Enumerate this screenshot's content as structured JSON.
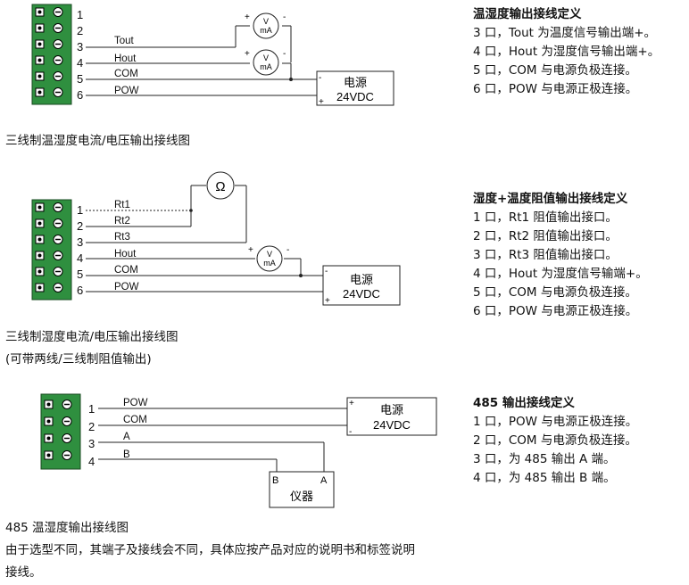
{
  "diagram1": {
    "pins": [
      "1",
      "2",
      "3",
      "4",
      "5",
      "6"
    ],
    "wires": [
      "Tout",
      "Hout",
      "COM",
      "POW"
    ],
    "meter_label": [
      "V",
      "mA"
    ],
    "meter_plus": "+",
    "meter_minus": "-",
    "power": {
      "title": "电源",
      "voltage": "24VDC",
      "minus": "-",
      "plus": "+"
    },
    "caption": "三线制温湿度电流/电压输出接线图"
  },
  "definitions1": {
    "title": "温湿度输出接线定义",
    "lines": [
      "3 口，Tout 为温度信号输出端+。",
      "4 口，Hout 为湿度信号输出端+。",
      "5 口，COM 与电源负极连接。",
      "6 口，POW 与电源正极连接。"
    ]
  },
  "diagram2": {
    "pins": [
      "1",
      "2",
      "3",
      "4",
      "5",
      "6"
    ],
    "wires": [
      "Rt1",
      "Rt2",
      "Rt3",
      "Hout",
      "COM",
      "POW"
    ],
    "ohm": "Ω",
    "meter_label": [
      "V",
      "mA"
    ],
    "meter_plus": "+",
    "meter_minus": "-",
    "power": {
      "title": "电源",
      "voltage": "24VDC",
      "minus": "-",
      "plus": "+"
    },
    "caption": [
      "三线制湿度电流/电压输出接线图",
      "(可带两线/三线制阻值输出)"
    ]
  },
  "definitions2": {
    "title": "湿度+温度阻值输出接线定义",
    "lines": [
      "1 口，Rt1 阻值输出接口。",
      "2 口，Rt2 阻值输出接口。",
      "3 口，Rt3 阻值输出接口。",
      "4 口，Hout 为湿度信号输端+。",
      "5 口，COM 与电源负极连接。",
      "6 口，POW 与电源正极连接。"
    ]
  },
  "diagram3": {
    "pins": [
      "1",
      "2",
      "3",
      "4"
    ],
    "wires": [
      "POW",
      "COM",
      "A",
      "B"
    ],
    "power": {
      "title": "电源",
      "voltage": "24VDC",
      "plus": "+",
      "minus": "-"
    },
    "instrument": {
      "title": "仪器",
      "b": "B",
      "a": "A"
    },
    "caption": [
      "485 温湿度输出接线图",
      "由于选型不同，其端子及接线会不同，具体应按产品对应的说明书和标签说明",
      "接线。"
    ]
  },
  "definitions3": {
    "title": "485 输出接线定义",
    "lines": [
      "1 口，POW 与电源正极连接。",
      "2 口，COM 与电源负极连接。",
      "3 口，为 485 输出 A 端。",
      "4 口，为 485 输出 B 端。"
    ]
  },
  "colors": {
    "terminal": "#2f8f3f",
    "terminal_dark": "#1f6e2c",
    "line": "#222222"
  }
}
